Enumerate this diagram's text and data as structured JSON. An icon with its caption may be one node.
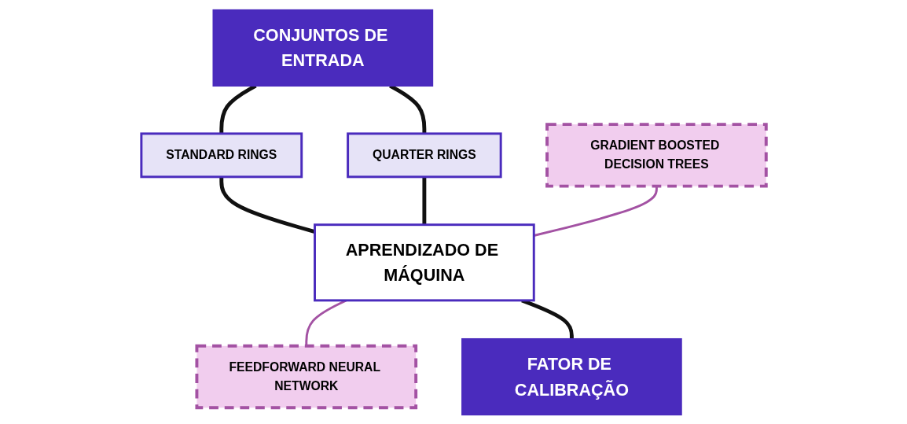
{
  "diagram": {
    "nodes": [
      {
        "text": [
          "CONJUNTOS DE ENTRADA"
        ]
      },
      {
        "text": [
          "STANDARD RINGS"
        ]
      },
      {
        "text": [
          "QUARTER RINGS"
        ]
      },
      {
        "text": [
          "GRADIENT BOOSTED DECISION TREES"
        ]
      },
      {
        "text": [
          "APRENDIZADO DE MÁQUINA"
        ]
      },
      {
        "text": [
          "FEEDFORWARD NEURAL NETWORK"
        ]
      },
      {
        "text": [
          "FATOR DE CALIBRAÇÃO"
        ]
      }
    ],
    "edges": [
      {
        "from": 0,
        "to": 1,
        "arrow": "none"
      },
      {
        "from": 0,
        "to": 2,
        "arrow": "none"
      },
      {
        "from": 1,
        "to": 4,
        "arrow": "none"
      },
      {
        "from": 2,
        "to": 4,
        "arrow": "none"
      },
      {
        "from": 3,
        "to": 4,
        "arrow": "none",
        "color": "#a352a3"
      },
      {
        "from": 4,
        "to": 5,
        "arrow": "none",
        "color": "#a352a3"
      },
      {
        "from": 4,
        "to": 6,
        "arrow": "none"
      }
    ]
  }
}
